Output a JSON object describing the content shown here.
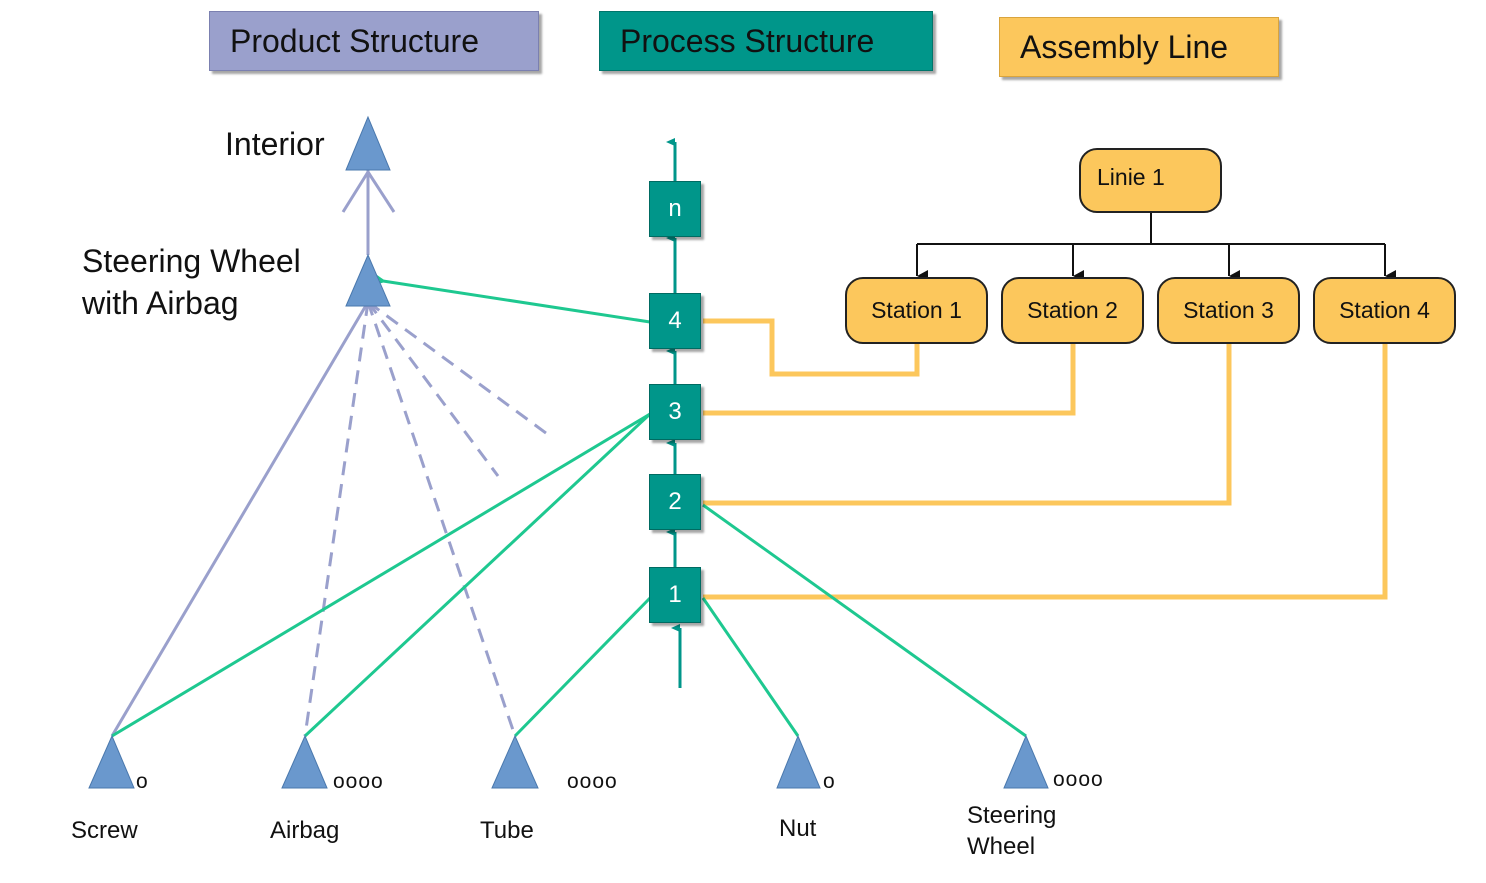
{
  "headers": {
    "product": "Product Structure",
    "process": "Process Structure",
    "assembly": "Assembly Line"
  },
  "product_nodes": {
    "interior": "Interior",
    "steering_wheel_airbag_line1": "Steering Wheel",
    "steering_wheel_airbag_line2": "with Airbag"
  },
  "parts": [
    {
      "label": "Screw",
      "marks": "o"
    },
    {
      "label": "Airbag",
      "marks": "oooo"
    },
    {
      "label": "Tube",
      "marks": "oooo"
    },
    {
      "label": "Nut",
      "marks": "o"
    },
    {
      "label_line1": "Steering",
      "label_line2": "Wheel",
      "marks": "oooo"
    }
  ],
  "process_steps": [
    "n",
    "4",
    "3",
    "2",
    "1"
  ],
  "assembly": {
    "line": "Linie 1",
    "stations": [
      "Station 1",
      "Station 2",
      "Station 3",
      "Station 4"
    ]
  },
  "colors": {
    "product": "#9aa0cc",
    "process": "#00968a",
    "assembly": "#fcc75c",
    "triangle": "#6a98cd",
    "green_link": "#1ec890",
    "orange_link": "#fcc75c",
    "structure_line": "#9aa0cc"
  }
}
